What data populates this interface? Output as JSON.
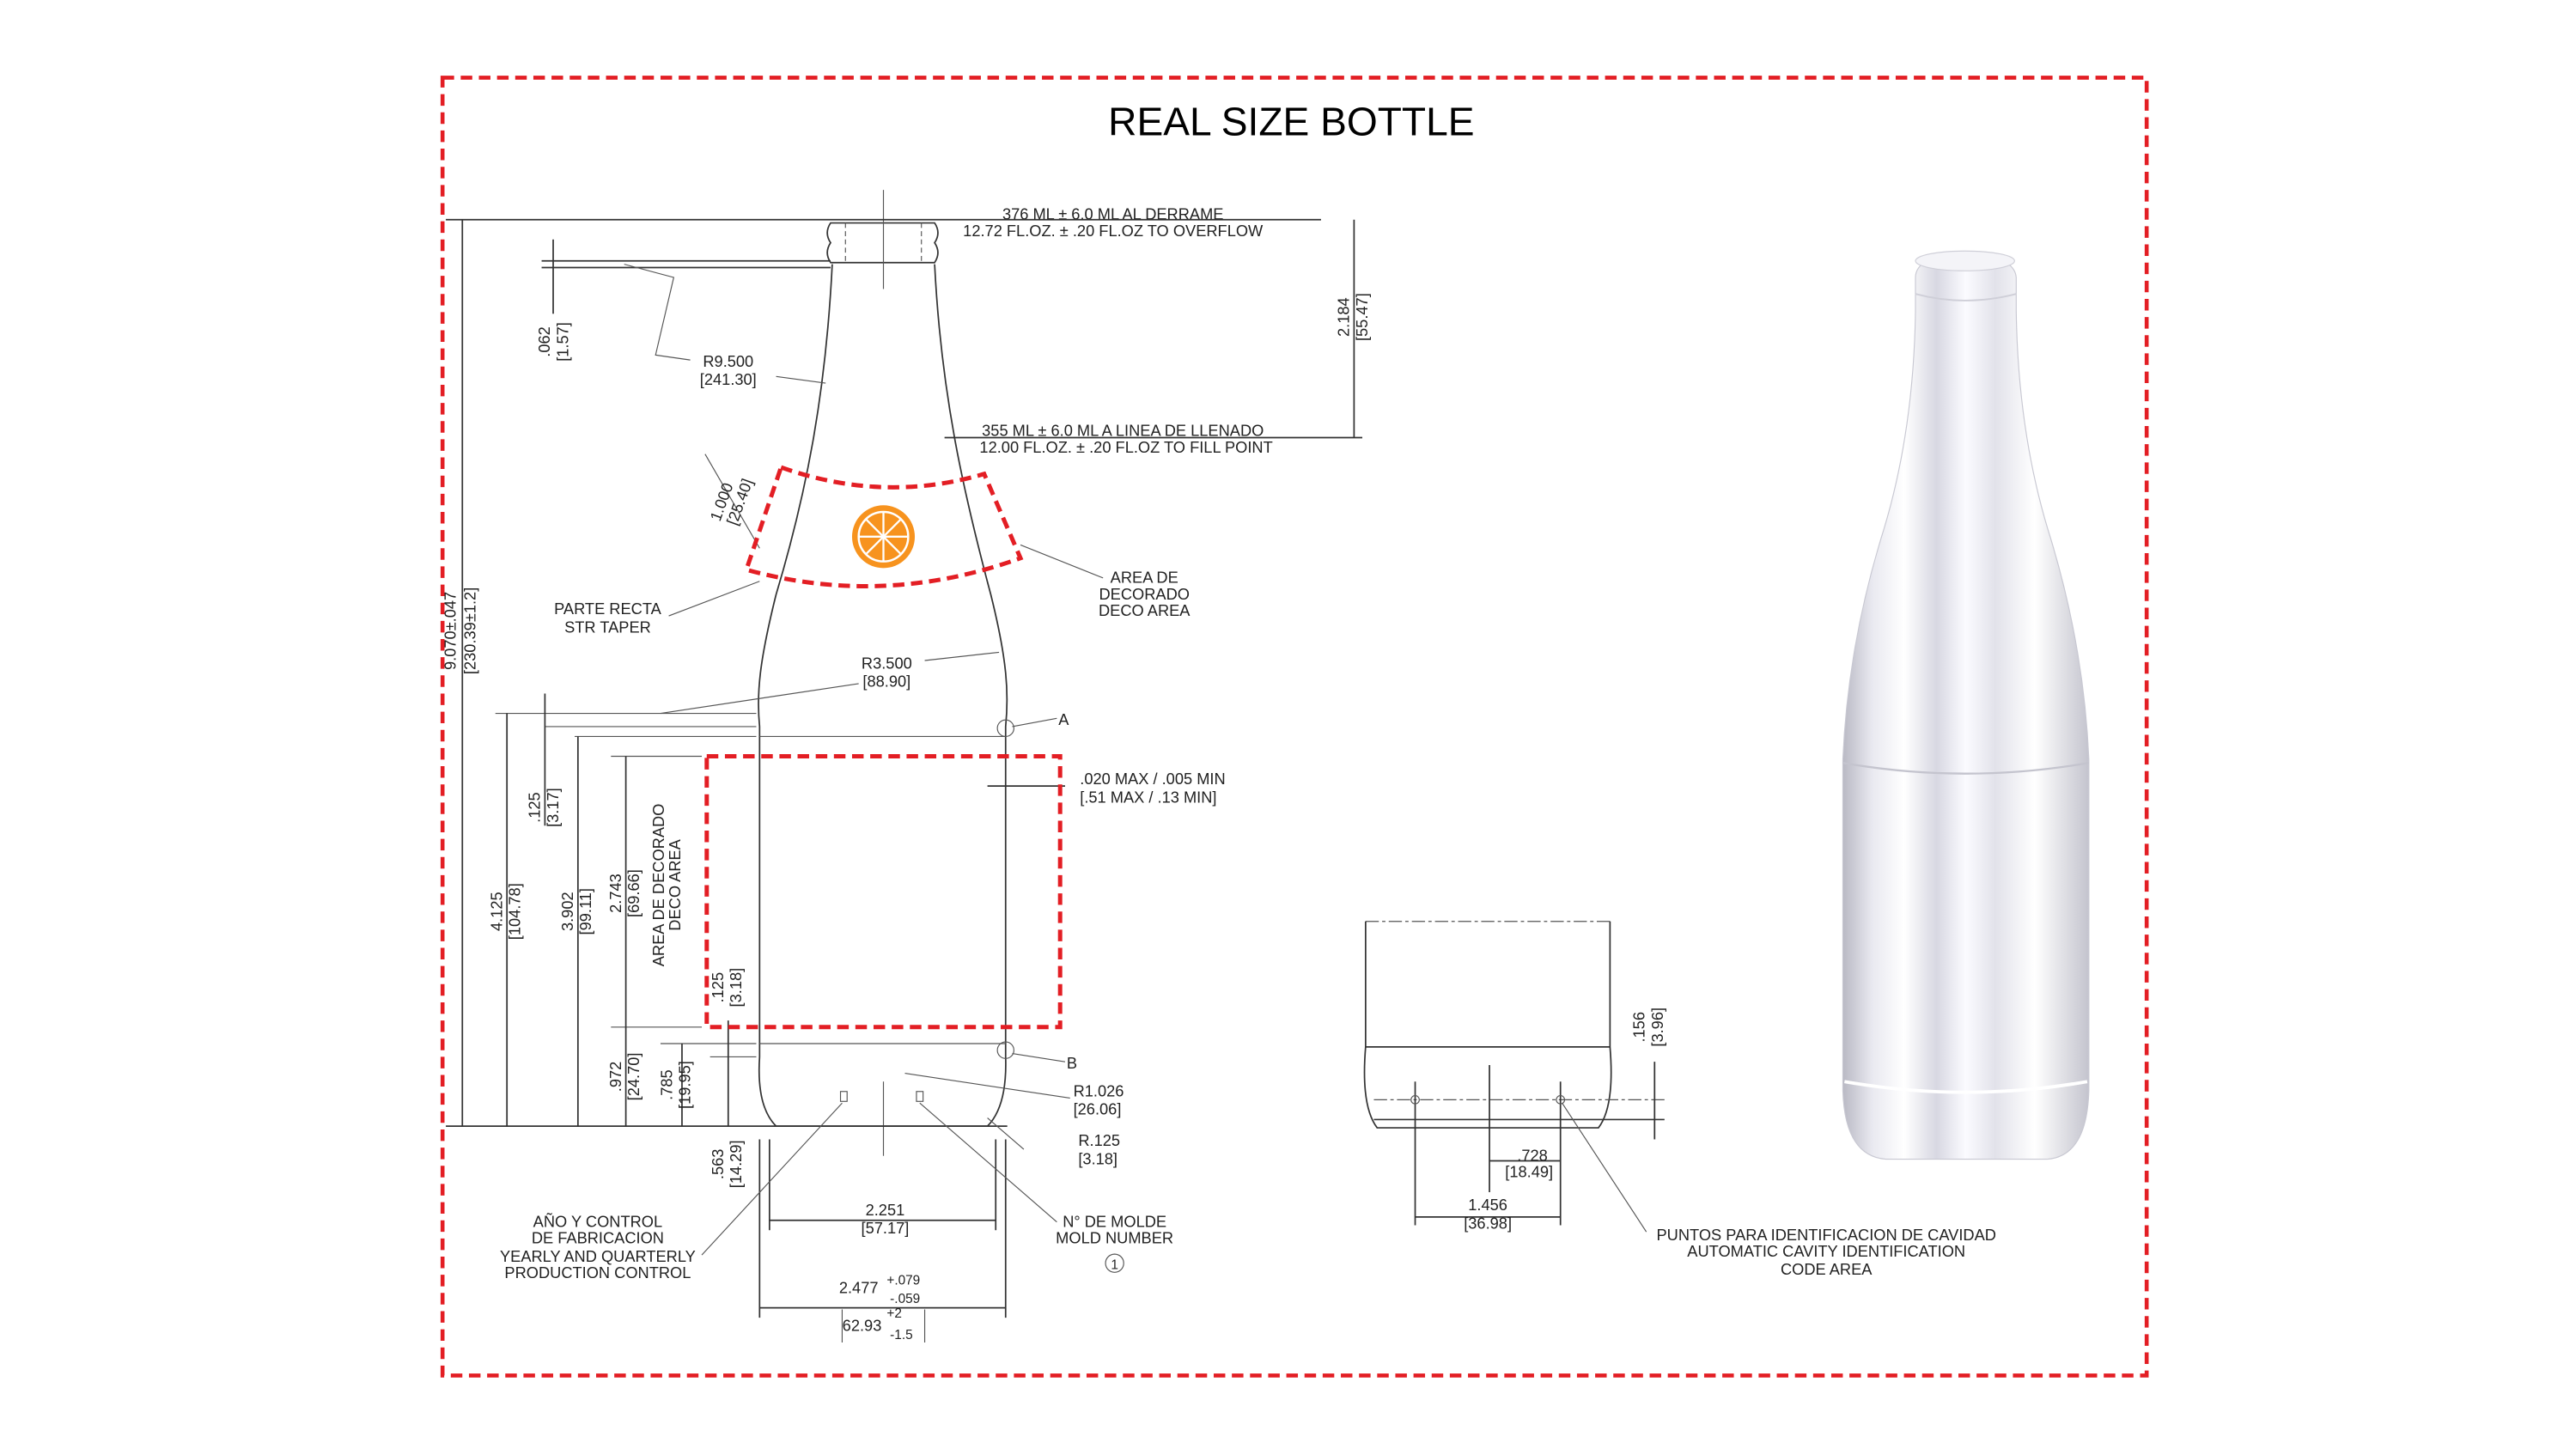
{
  "title": "REAL SIZE BOTTLE",
  "colors": {
    "frame": "#e31e24",
    "orange": "#f7931e",
    "line": "#333333"
  },
  "icons": {
    "decoration": "orange-slice-icon"
  },
  "drawing": {
    "overflow": [
      "376 ML  ± 6.0 ML AL DERRAME",
      "12.72 FL.OZ. ± .20 FL.OZ TO OVERFLOW"
    ],
    "fill_point": [
      "355 ML ± 6.0 ML A LINEA DE LLENADO",
      "12.00 FL.OZ. ± .20 FL.OZ TO FILL POINT"
    ],
    "dim_2184": [
      "2.184",
      "[55.47]"
    ],
    "dim_062": [
      ".062",
      "[1.57]"
    ],
    "r9500": [
      "R9.500",
      "[241.30]"
    ],
    "dim_1000": [
      "1.000",
      "[25.40]"
    ],
    "deco_area_upper": [
      "AREA DE",
      "DECORADO",
      "DECO AREA"
    ],
    "str_taper": [
      "PARTE RECTA",
      "STR TAPER"
    ],
    "overall_height": [
      "9.070±.047",
      "[230.39±1.2]"
    ],
    "r3500": [
      "R3.500",
      "[88.90]"
    ],
    "point_a": "A",
    "point_b": "B",
    "tolerance": [
      ".020 MAX / .005 MIN",
      "[.51 MAX / .13 MIN]"
    ],
    "dim_125a": [
      ".125",
      "[3.17]"
    ],
    "dim_4125": [
      "4.125",
      "[104.78]"
    ],
    "dim_3902": [
      "3.902",
      "[99.11]"
    ],
    "dim_2743": [
      "2.743",
      "[69.66]"
    ],
    "deco_area_body": [
      "AREA DE DECORADO",
      "DECO AREA"
    ],
    "dim_125b": [
      ".125",
      "[3.18]"
    ],
    "dim_972": [
      ".972",
      "[24.70]"
    ],
    "dim_785": [
      ".785",
      "[19.95]"
    ],
    "dim_563": [
      ".563",
      "[14.29]"
    ],
    "r1026": [
      "R1.026",
      "[26.06]"
    ],
    "r125": [
      "R.125",
      "[3.18]"
    ],
    "year_control": [
      "AÑO Y CONTROL",
      "DE FABRICACION",
      "YEARLY AND QUARTERLY",
      "PRODUCTION CONTROL"
    ],
    "mold_number": [
      "N° DE MOLDE",
      "MOLD NUMBER"
    ],
    "mold_mark": "1",
    "dim_2251": [
      "2.251",
      "[57.17]"
    ],
    "dim_2477": [
      "2.477",
      "+.079",
      "-.059"
    ],
    "dim_6293": [
      "62.93",
      "+2",
      "-1.5"
    ]
  },
  "base_detail": {
    "dim_156": [
      ".156",
      "[3.96]"
    ],
    "dim_728": [
      ".728",
      "[18.49]"
    ],
    "dim_1456": [
      "1.456",
      "[36.98]"
    ],
    "cavity_code": [
      "PUNTOS PARA IDENTIFICACION DE CAVIDAD",
      "AUTOMATIC CAVITY IDENTIFICATION",
      "CODE AREA"
    ]
  }
}
